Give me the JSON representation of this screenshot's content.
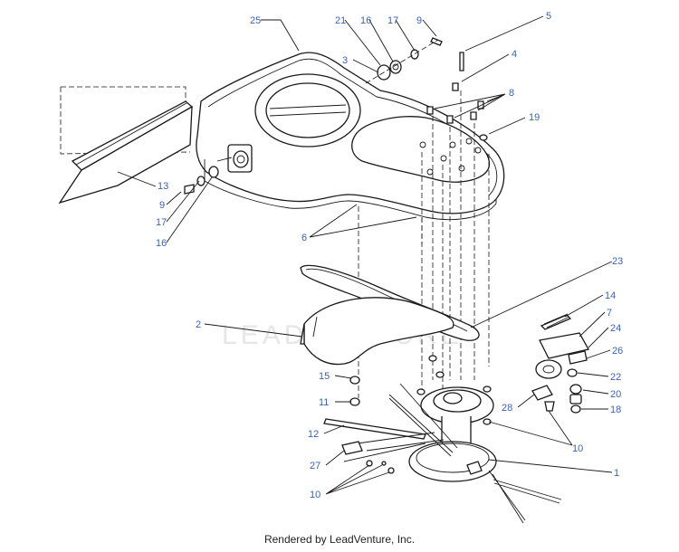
{
  "watermark": "LEADVENTURE",
  "footer": "Rendered by LeadVenture, Inc.",
  "callouts": {
    "c25": "25",
    "c21": "21",
    "c16a": "16",
    "c17a": "17",
    "c9a": "9",
    "c5": "5",
    "c3": "3",
    "c4": "4",
    "c8": "8",
    "c19": "19",
    "c13": "13",
    "c9b": "9",
    "c17b": "17",
    "c16b": "16",
    "c6": "6",
    "c23": "23",
    "c2": "2",
    "c14": "14",
    "c7": "7",
    "c24": "24",
    "c26": "26",
    "c15": "15",
    "c22": "22",
    "c11": "11",
    "c20": "20",
    "c18": "18",
    "c28": "28",
    "c12": "12",
    "c10a": "10",
    "c27": "27",
    "c1": "1",
    "c10b": "10"
  }
}
